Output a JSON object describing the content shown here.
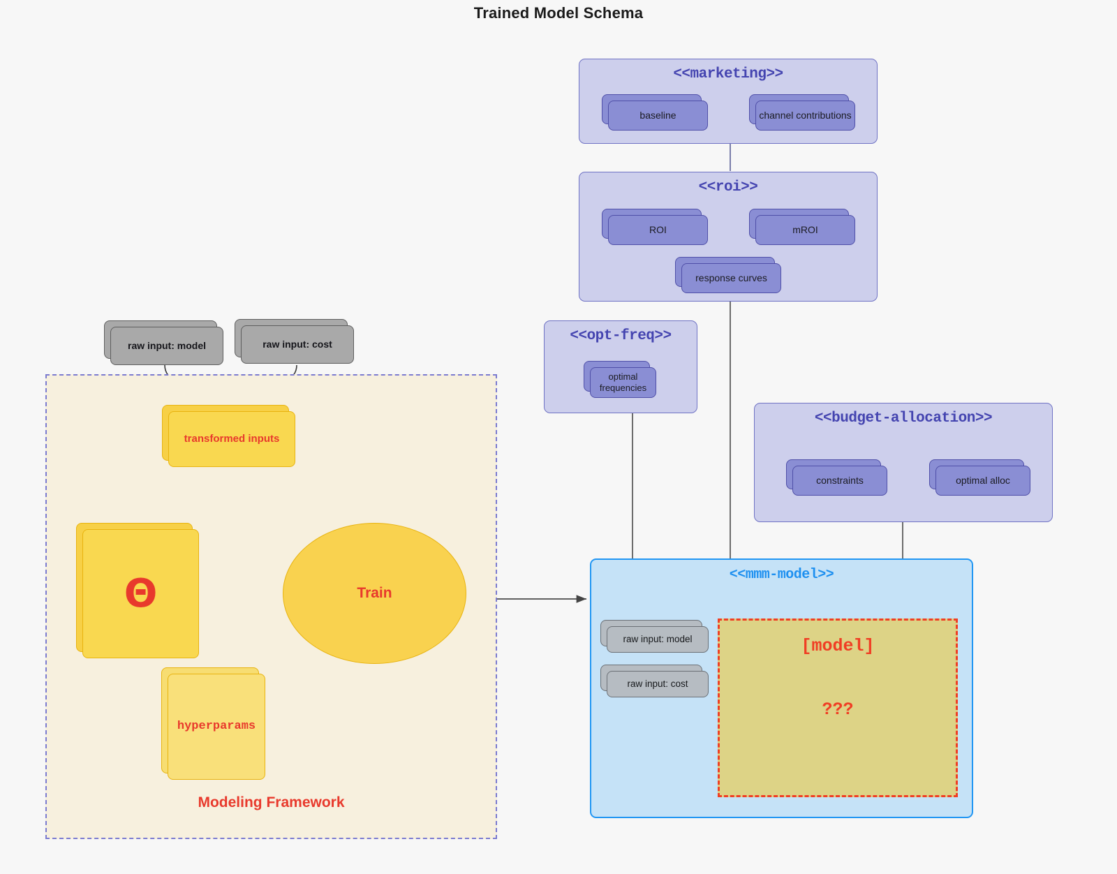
{
  "title": "Trained Model Schema",
  "packages": {
    "marketing": {
      "title": "<<marketing>>",
      "components": [
        {
          "label": "baseline"
        },
        {
          "label": "channel contributions"
        }
      ]
    },
    "roi": {
      "title": "<<roi>>",
      "components": [
        {
          "label": "ROI"
        },
        {
          "label": "mROI"
        },
        {
          "label": "response curves"
        }
      ]
    },
    "opt_freq": {
      "title": "<<opt-freq>>",
      "components": [
        {
          "label": "optimal\nfrequencies",
          "line1": "optimal",
          "line2": "frequencies"
        }
      ]
    },
    "budget_allocation": {
      "title": "<<budget-allocation>>",
      "components": [
        {
          "label": "constraints"
        },
        {
          "label": "optimal alloc"
        }
      ]
    },
    "mmm_model": {
      "title": "<<mmm-model>>",
      "inputs": [
        {
          "label": "raw input: model"
        },
        {
          "label": "raw input: cost"
        }
      ],
      "model_placeholder": {
        "line1": "[model]",
        "line2": "???"
      }
    }
  },
  "framework": {
    "label": "Modeling Framework",
    "raw_inputs": [
      {
        "label": "raw input: model"
      },
      {
        "label": "raw input: cost"
      }
    ],
    "transformed_inputs": {
      "label": "transformed inputs"
    },
    "theta": {
      "label": "Θ"
    },
    "hyperparams": {
      "label": "hyperparams"
    },
    "train": {
      "label": "Train"
    }
  },
  "colors": {
    "background": "#f7f7f7",
    "package_purple_fill": "#cdcfec",
    "package_purple_border": "#6f72c4",
    "package_purple_title": "#4444b0",
    "component_purple_fill": "#8a8ed4",
    "component_purple_border": "#4f4fa8",
    "package_blue_fill": "#c5e2f7",
    "package_blue_border": "#2196f3",
    "package_blue_title": "#1e90f0",
    "framework_fill": "#f7f0de",
    "framework_border": "#7b7bd0",
    "accent_red": "#e8392c",
    "yellow_fill": "#f9d850",
    "yellow_border": "#e8b30f",
    "gray_fill": "#a9a9a9",
    "gray_border": "#5e5e5e",
    "model_box_fill": "#ddd386",
    "model_box_border": "#f03e24"
  }
}
